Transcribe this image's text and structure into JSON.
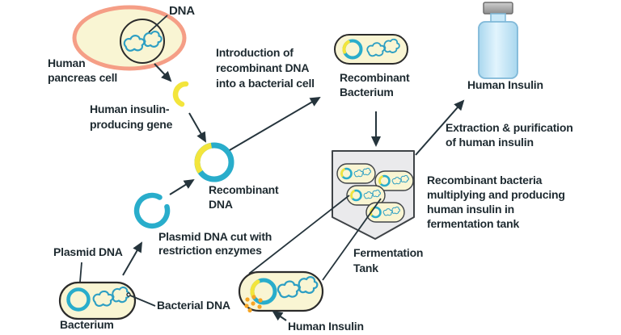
{
  "labels": {
    "dna": "DNA",
    "human_pancreas_cell": "Human\npancreas cell",
    "insulin_gene": "Human insulin-\nproducing gene",
    "introduction": "Introduction of\nrecombinant DNA\ninto a bacterial cell",
    "recombinant_dna": "Recombinant\nDNA",
    "recombinant_bacterium": "Recombinant\nBacterium",
    "human_insulin_vial": "Human Insulin",
    "extraction": "Extraction & purification\nof human insulin",
    "multiplying": "Recombinant bacteria\nmultiplying and producing\nhuman insulin in\nfermentation tank",
    "plasmid_cut": "Plasmid DNA cut with\nrestriction enzymes",
    "plasmid_dna": "Plasmid DNA",
    "fermentation_tank": "Fermentation\nTank",
    "human_insulin_product": "Human Insulin",
    "bacterial_dna": "Bacterial DNA",
    "bacterium": "Bacterium"
  },
  "palette": {
    "plasmid_teal": "#29ADCB",
    "dna_squiggle_blue": "#2E9FC3",
    "gene_yellow": "#F3E53C",
    "cell_cream": "#F9F5D3",
    "cell_membrane_salmon": "#F59E86",
    "tank_gray": "#EAEAEC",
    "vial_blue": "#C4E5F6",
    "vial_cap_gray": "#AFAFAF",
    "insulin_granule_orange": "#F6A524",
    "ink": "#1E2A30"
  }
}
